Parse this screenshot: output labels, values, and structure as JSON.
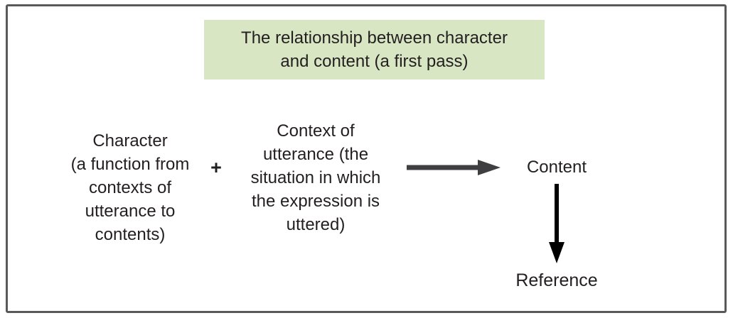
{
  "title": "The relationship between character\nand content (a first pass)",
  "character_block": "Character\n(a function from\ncontexts of\nutterance to\ncontents)",
  "plus": "+",
  "context_block": "Context of\nutterance (the\nsituation in which\nthe expression is\nuttered)",
  "content_label": "Content",
  "reference_label": "Reference",
  "colors": {
    "title_bg": "#d9e6c3",
    "frame_border": "#58595b",
    "text": "#231f20",
    "right_arrow": "#3f3f41",
    "down_arrow": "#000000"
  }
}
